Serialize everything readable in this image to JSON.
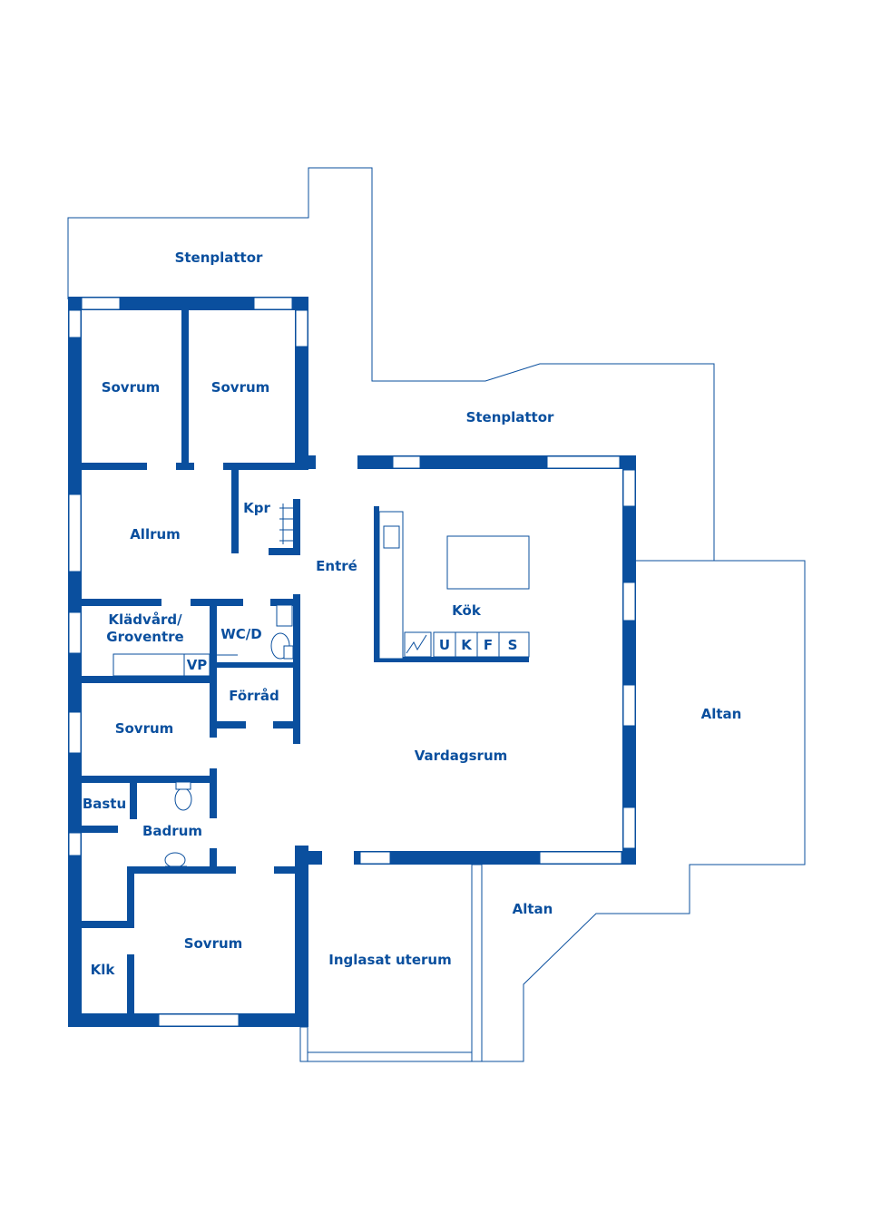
{
  "colors": {
    "plan": "#0a4f9e",
    "background": "#ffffff"
  },
  "rooms": {
    "stenplattor_1": "Stenplattor",
    "stenplattor_2": "Stenplattor",
    "sovrum_1": "Sovrum",
    "sovrum_2": "Sovrum",
    "allrum": "Allrum",
    "kpr": "Kpr",
    "entre": "Entré",
    "kok": "Kök",
    "kladvard_1": "Klädvård/",
    "kladvard_2": "Groventre",
    "wc": "WC/D",
    "vp": "VP",
    "forrad": "Förråd",
    "sovrum_3": "Sovrum",
    "vardagsrum": "Vardagsrum",
    "altan_1": "Altan",
    "altan_2": "Altan",
    "bastu": "Bastu",
    "badrum": "Badrum",
    "sovrum_4": "Sovrum",
    "klk": "Klk",
    "inglasat": "Inglasat uterum"
  },
  "kitchen_appliances": [
    "U",
    "K",
    "F",
    "S"
  ]
}
